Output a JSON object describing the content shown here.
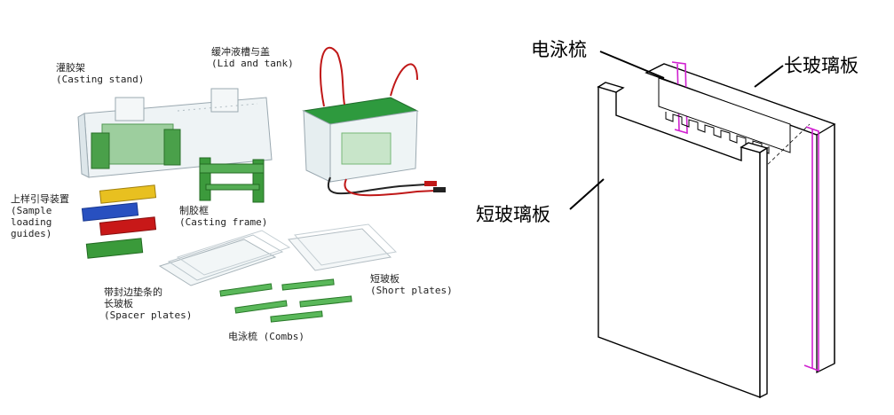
{
  "left": {
    "casting_stand": {
      "zh": "灌胶架",
      "en": "(Casting stand)"
    },
    "lid_tank": {
      "zh": "缓冲液槽与盖",
      "en": "(Lid and tank)"
    },
    "loading_guides": {
      "zh": "上样引导装置",
      "en1": "(Sample",
      "en2": "loading",
      "en3": "guides)"
    },
    "casting_frame": {
      "zh": "制胶框",
      "en": "(Casting frame)"
    },
    "spacer_plates": {
      "zh1": "带封边垫条的",
      "zh2": "长玻板",
      "en": "(Spacer plates)"
    },
    "short_plates": {
      "zh": "短玻板",
      "en": "(Short plates)"
    },
    "combs": {
      "text": "电泳梳 (Combs)"
    }
  },
  "right": {
    "comb_label": "电泳梳",
    "long_plate_label": "长玻璃板",
    "short_plate_label": "短玻璃板"
  },
  "colors": {
    "green": "#3a9a3a",
    "magenta": "#d020d0",
    "red_cable": "#c01818",
    "yellow": "#e8c020",
    "blue": "#2850c0"
  }
}
